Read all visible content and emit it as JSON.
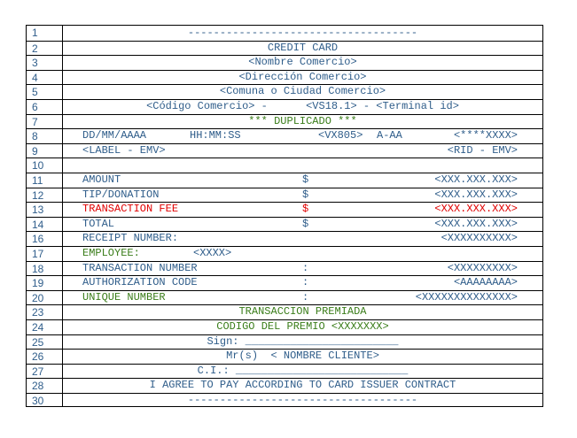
{
  "line_numbers": [
    "1",
    "2",
    "3",
    "4",
    "5",
    "6",
    "7",
    "8",
    "9",
    "10",
    "11",
    "12",
    "13",
    "14",
    "16",
    "17",
    "18",
    "19",
    "20",
    "23",
    "24",
    "25",
    "26",
    "27",
    "28",
    "30"
  ],
  "lines": {
    "l1": "------------------------------------",
    "l2": "CREDIT CARD",
    "l3": "<Nombre Comercio>",
    "l4": "<Dirección Comercio>",
    "l5": "<Comuna o Ciudad Comercio>",
    "l6": "<Código Comercio> -      <VS18.1> - <Terminal id>",
    "l7": "*** DUPLICADO ***",
    "l8_date": "DD/MM/AAAA",
    "l8_time": "HH:MM:SS",
    "l8_model": "<VX805>",
    "l8_aa": "A-AA",
    "l8_card": "<****XXXX>",
    "l9_label": "<LABEL - EMV>",
    "l9_rid": "<RID - EMV>",
    "amount_label": "AMOUNT",
    "amount_cur": "$",
    "amount_val": "<XXX.XXX.XXX>",
    "tip_label": "TIP/DONATION",
    "tip_cur": "$",
    "tip_val": "<XXX.XXX.XXX>",
    "fee_label": "TRANSACTION FEE",
    "fee_cur": "$",
    "fee_val": "<XXX.XXX.XXX>",
    "total_label": "TOTAL",
    "total_cur": "$",
    "total_val": "<XXX.XXX.XXX>",
    "receipt_label": "RECEIPT NUMBER:",
    "receipt_val": "<XXXXXXXXXX>",
    "employee_label": "EMPLOYEE:",
    "employee_val": "<XXXX>",
    "txn_label": "TRANSACTION NUMBER",
    "txn_colon": ":",
    "txn_val": "<XXXXXXXXX>",
    "auth_label": "AUTHORIZATION CODE",
    "auth_colon": ":",
    "auth_val": "<AAAAAAAA>",
    "unique_label": "UNIQUE NUMBER",
    "unique_colon": ":",
    "unique_val": "<XXXXXXXXXXXXXX>",
    "prize_title": "TRANSACCION PREMIADA",
    "prize_code": "CODIGO DEL PREMIO <XXXXXXX>",
    "sign_line": "Sign: ________________________",
    "client_line": "Mr(s)  < NOMBRE CLIENTE>",
    "ci_line": "C.I.: ___________________________",
    "agree_line": "I AGREE TO PAY ACCORDING TO CARD ISSUER CONTRACT",
    "end_rule": "------------------------------------"
  }
}
